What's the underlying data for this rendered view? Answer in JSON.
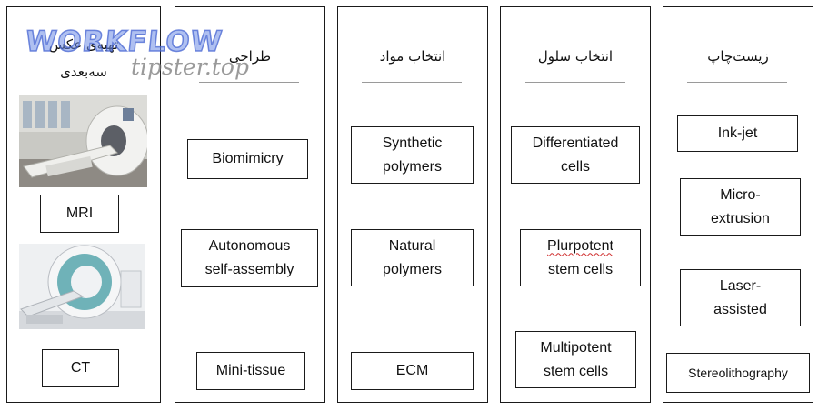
{
  "watermark": {
    "line1": "WORKFLOW",
    "line2": "tipster.top"
  },
  "columns": [
    {
      "title_line1": "تهیه‌ی عکس",
      "title_line2": "سه‌بعدی",
      "items": [
        "MRI",
        "CT"
      ]
    },
    {
      "title": "طراحی",
      "items": [
        "Biomimicry",
        "Autonomous",
        "self-assembly",
        "Mini-tissue"
      ]
    },
    {
      "title": "انتخاب مواد",
      "items": [
        "Synthetic",
        "polymers",
        "Natural",
        "polymers",
        "ECM"
      ]
    },
    {
      "title": "انتخاب سلول",
      "items": [
        "Differentiated",
        "cells",
        "Plurpotent",
        "stem cells",
        "Multipotent",
        "stem cells"
      ]
    },
    {
      "title": "زیست‌چاپ",
      "items": [
        "Ink-jet",
        "Micro-",
        "extrusion",
        "Laser-",
        "assisted",
        "Stereolithography"
      ]
    }
  ],
  "colors": {
    "border": "#1a1a1a",
    "underline": "#9a9a9a",
    "watermark_blue": "#5f80e0",
    "spellcheck": "#d03030"
  },
  "images": {
    "mri": "mri-scanner-photo",
    "ct": "ct-scanner-photo"
  }
}
